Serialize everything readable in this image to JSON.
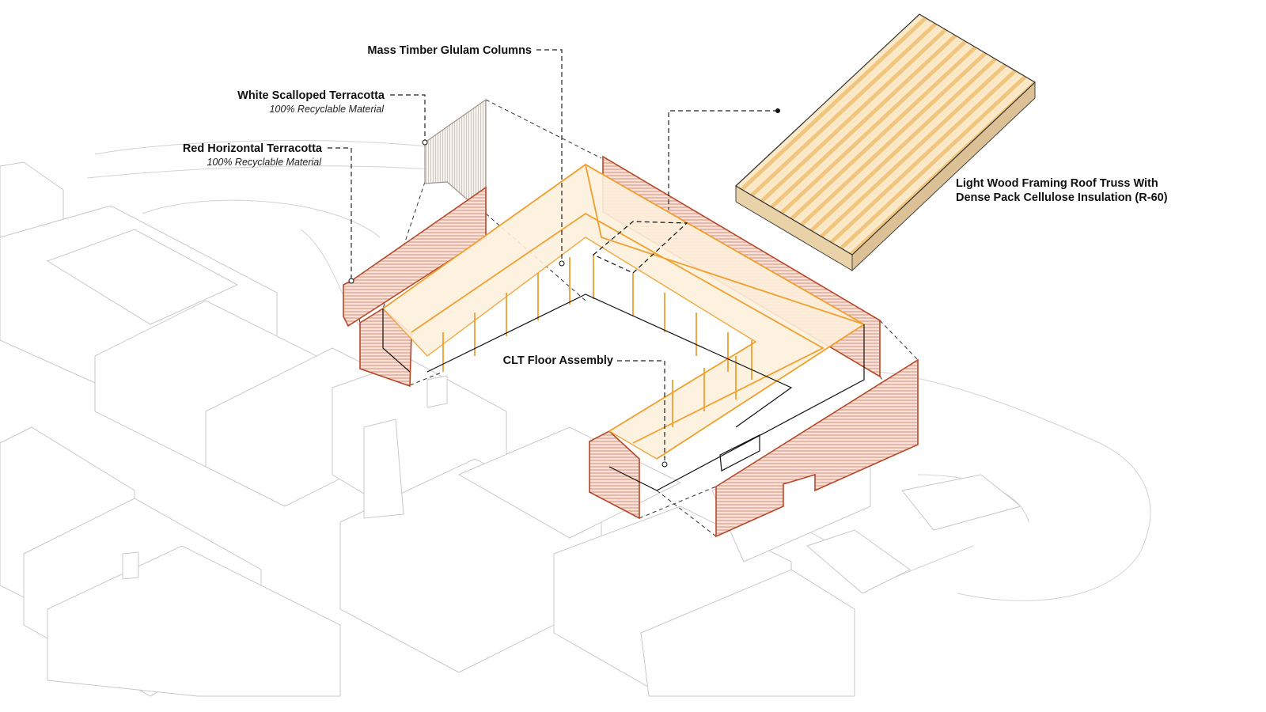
{
  "labels": {
    "glulam": {
      "title": "Mass Timber Glulam Columns"
    },
    "white_terracotta": {
      "title": "White Scalloped Terracotta",
      "subtitle": "100% Recyclable Material"
    },
    "red_terracotta": {
      "title": "Red Horizontal Terracotta",
      "subtitle": "100% Recyclable Material"
    },
    "clt": {
      "title": "CLT Floor Assembly"
    },
    "roof": {
      "line1": "Light Wood Framing Roof Truss With",
      "line2": "Dense Pack Cellulose Insulation (R-60)"
    }
  },
  "colors": {
    "terracotta_red": "#b5482a",
    "timber_orange": "#f0a030",
    "roof_fill": "#f6d9a6",
    "context_grey": "#c9c9c9"
  }
}
